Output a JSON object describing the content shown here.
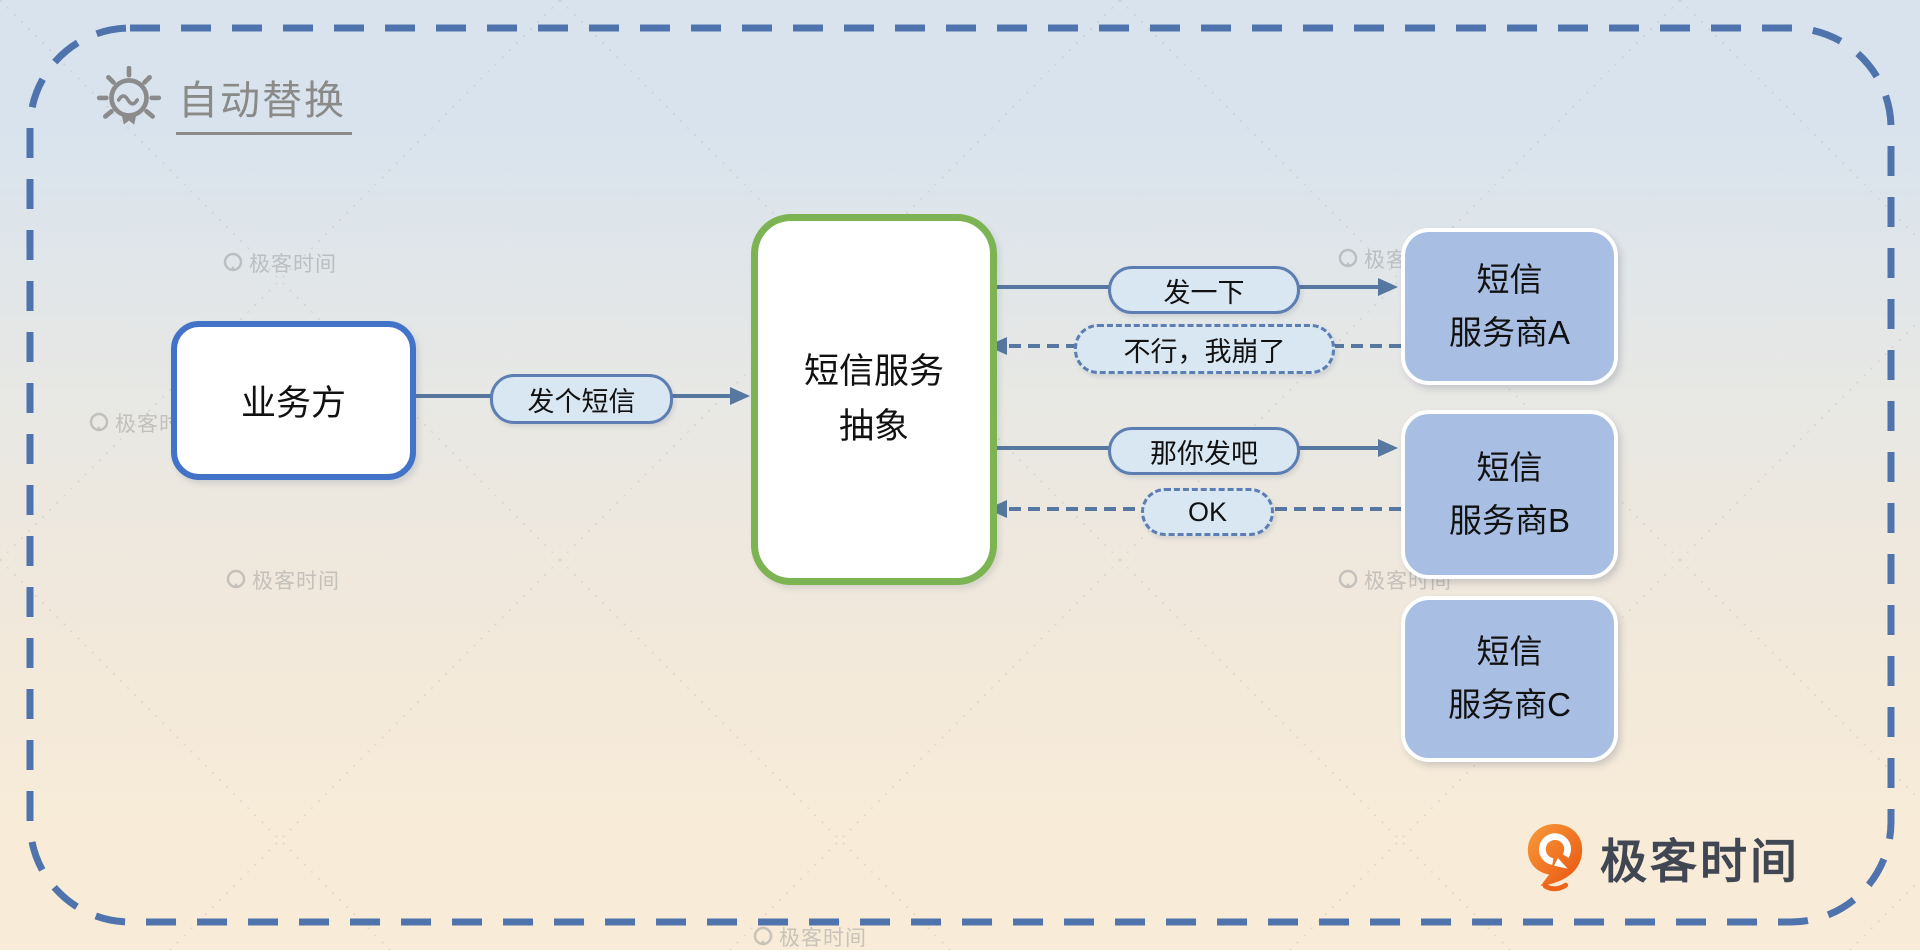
{
  "title": {
    "text": "自动替换"
  },
  "nodes": {
    "business": {
      "label": "业务方"
    },
    "abstraction": {
      "line1": "短信服务",
      "line2": "抽象"
    },
    "provider_a": {
      "line1": "短信",
      "line2": "服务商A"
    },
    "provider_b": {
      "line1": "短信",
      "line2": "服务商B"
    },
    "provider_c": {
      "line1": "短信",
      "line2": "服务商C"
    }
  },
  "messages": {
    "request": "发个短信",
    "forward_a": "发一下",
    "fail_a": "不行，我崩了",
    "forward_b": "那你发吧",
    "ack_b": "OK"
  },
  "watermark": {
    "text": "极客时间"
  },
  "brand": {
    "name": "极客时间"
  },
  "colors": {
    "bg_top": "#d8e3ee",
    "bg_mid": "#e8e8e4",
    "bg_bottom": "#f8ecd8",
    "frame_dash": "#4f74ad",
    "connector": "#56779f",
    "pill_fill": "#d9e7f3",
    "pill_border": "#5d7eb2",
    "business_border": "#4273c8",
    "abstraction_border": "#7cb454",
    "provider_fill": "#a9bee3",
    "title_gray": "#8a8a88",
    "brand_orange": "#f26f21",
    "brand_text": "#414653"
  }
}
